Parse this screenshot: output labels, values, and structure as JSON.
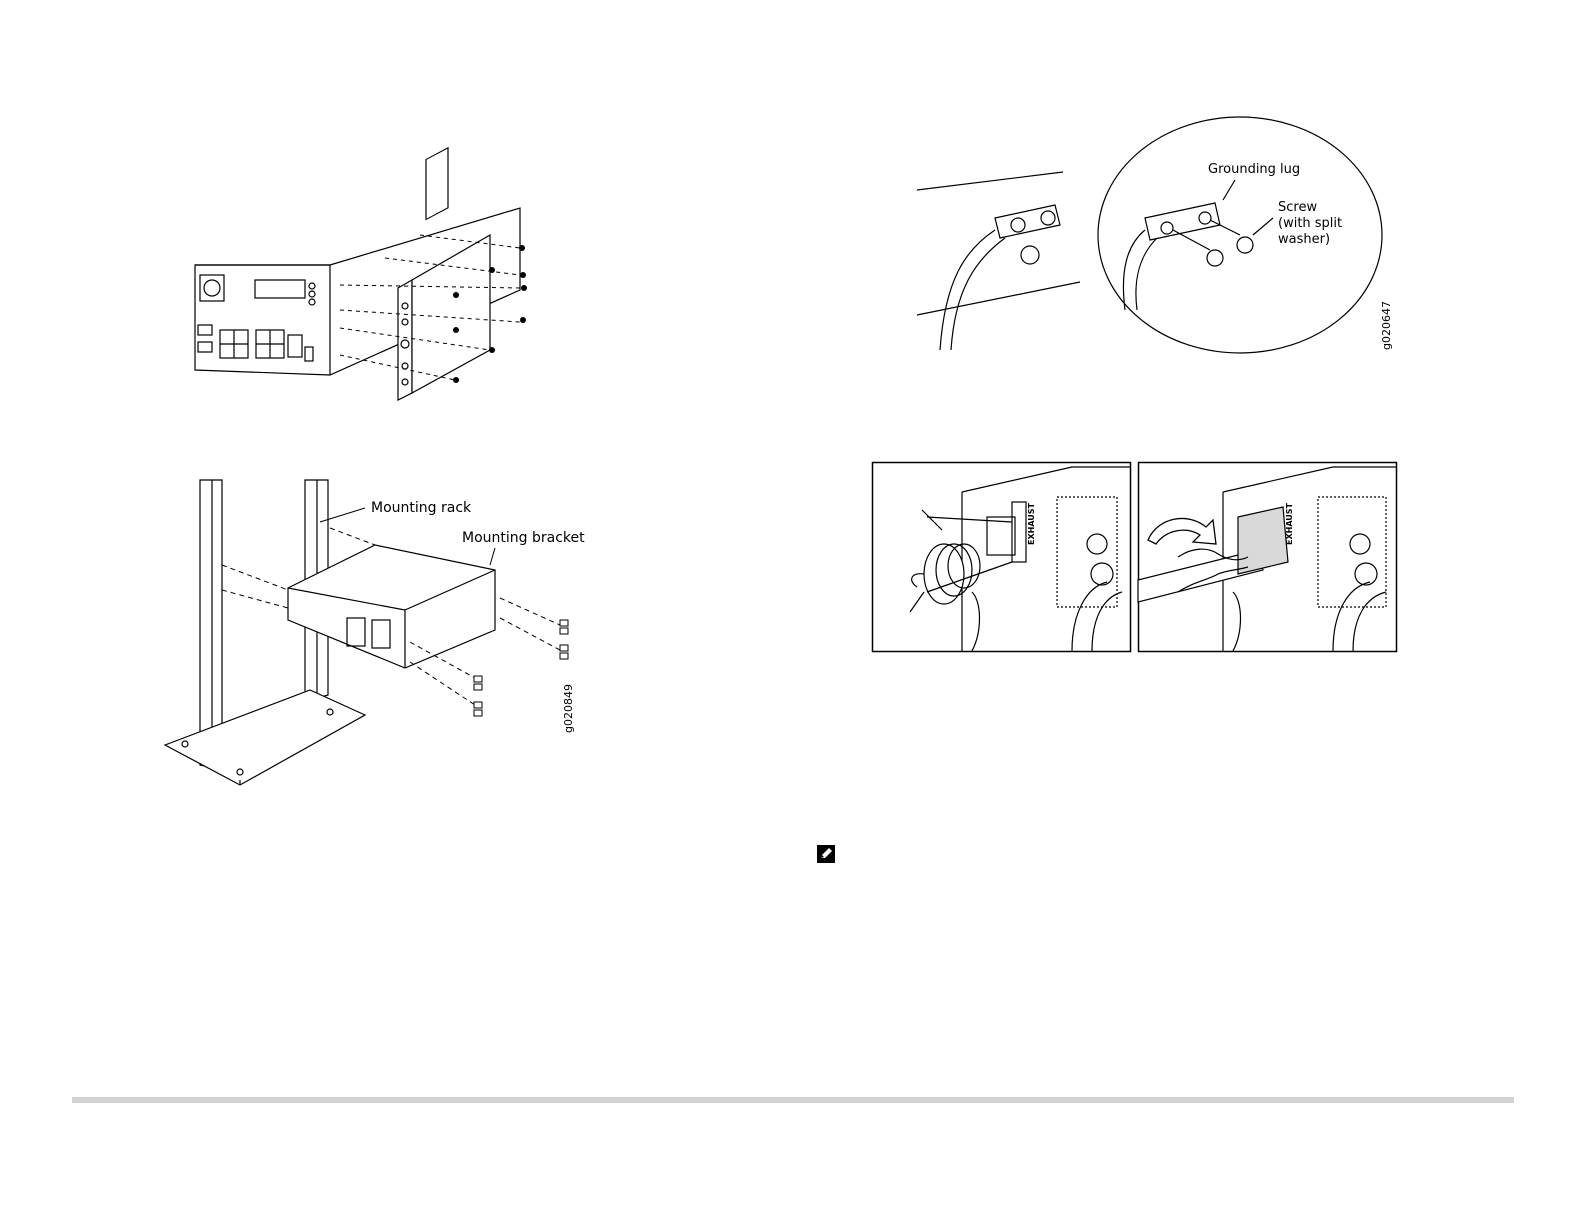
{
  "figures": {
    "bracket_attach": {
      "icon": "device-bracket-screws-illustration"
    },
    "rack_mount": {
      "label_rack": "Mounting rack",
      "label_bracket": "Mounting bracket",
      "figure_id": "g020849"
    },
    "grounding": {
      "label_lug": "Grounding lug",
      "label_screw_line1": "Screw",
      "label_screw_line2": "(with split",
      "label_screw_line3": "washer)",
      "figure_id": "g020647"
    },
    "power_cord": {
      "exhaust_label": "EXHAUST"
    }
  },
  "note": {
    "icon": "pencil-note-icon"
  },
  "colors": {
    "line": "#000000",
    "footer_rule": "#d2d2d2"
  }
}
